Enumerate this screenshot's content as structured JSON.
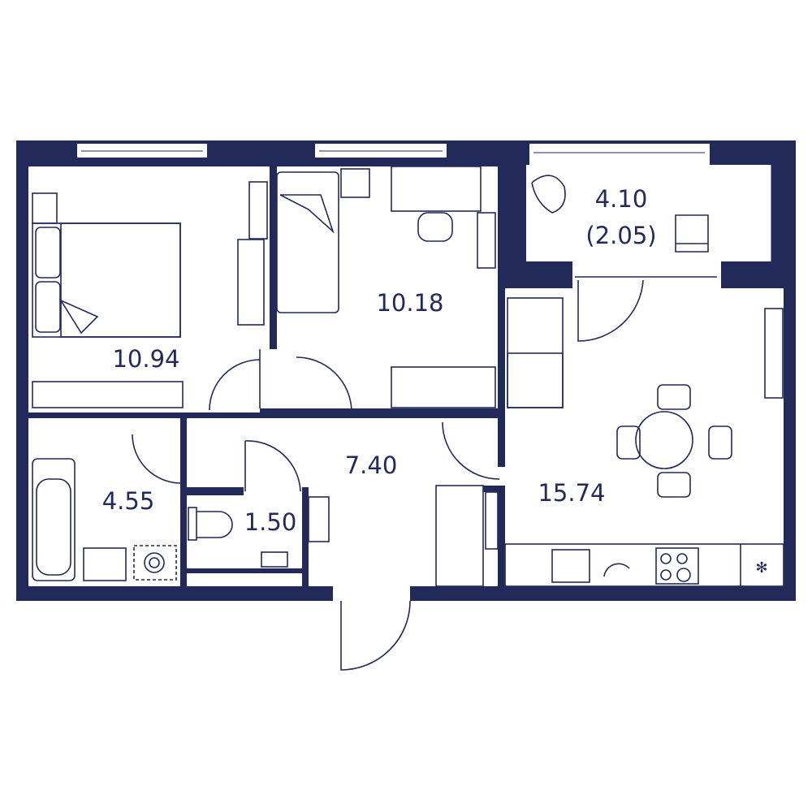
{
  "colors": {
    "wall": "#222a5a",
    "floor": "#ffffff"
  },
  "rooms": [
    {
      "name": "bedroom",
      "area": "10.94"
    },
    {
      "name": "bedroom-2",
      "area": "10.18"
    },
    {
      "name": "balcony",
      "area": "4.10",
      "area_reduced": "(2.05)"
    },
    {
      "name": "hallway",
      "area": "7.40"
    },
    {
      "name": "bathroom",
      "area": "4.55"
    },
    {
      "name": "toilet",
      "area": "1.50"
    },
    {
      "name": "kitchen-living",
      "area": "15.74"
    }
  ]
}
